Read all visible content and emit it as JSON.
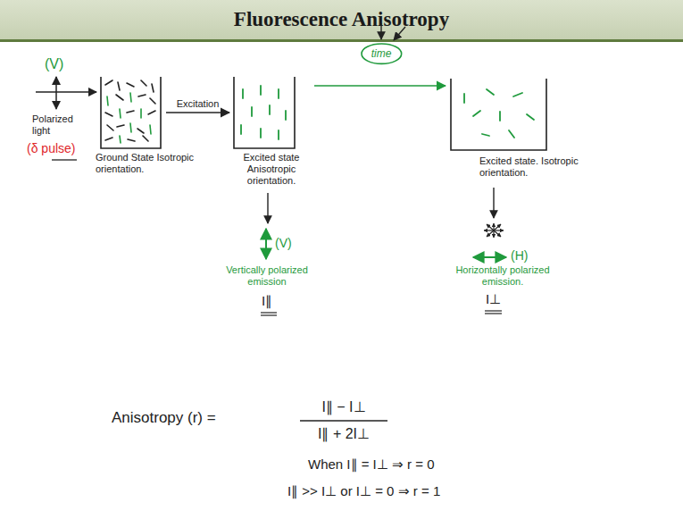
{
  "diagram": {
    "title": "Fluorescence Anisotropy",
    "nodes": [
      {
        "text": [
          "Ground State Isotropic orientation."
        ]
      },
      {
        "text": [
          "Excited state Anisotropic orientation."
        ]
      },
      {
        "text": [
          "time"
        ]
      },
      {
        "text": [
          "Excited state. Isotropic orientation."
        ]
      }
    ],
    "edges": [
      {
        "from": 0,
        "to": 1,
        "label": "Excitation",
        "arrow": "to"
      },
      {
        "from": 1,
        "to": 3,
        "arrow": "to"
      }
    ],
    "labels": [
      "(V)",
      "Polarized light",
      "(δ pulse)",
      "(V)",
      "Vertically polarized emission",
      "I∥",
      "(H)",
      "Horizontally polarized emission.",
      "I⊥",
      "Anisotropy (r) =",
      "I∥ − I⊥",
      "I∥ + 2I⊥",
      "When I∥ = I⊥ ⇒ r = 0",
      "I∥ >> I⊥ or I⊥ = 0 ⇒ r = 1"
    ]
  }
}
